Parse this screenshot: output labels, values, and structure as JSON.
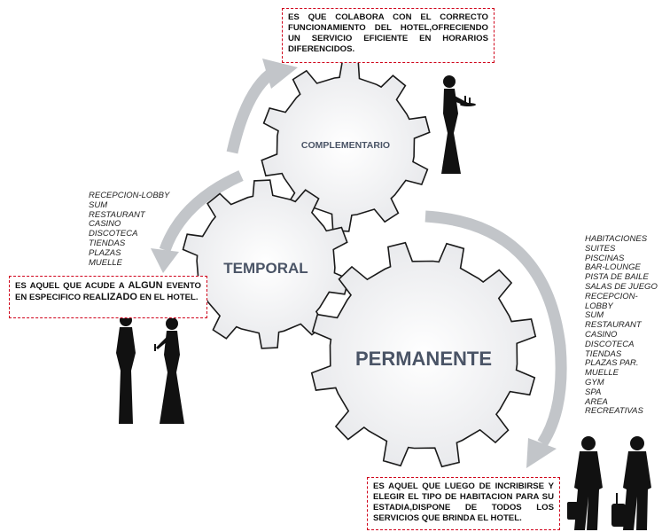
{
  "gears": {
    "complementario": "COMPLEMENTARIO",
    "temporal": "TEMPORAL",
    "permanente": "PERMANENTE"
  },
  "boxes": {
    "complementario": "ES QUE COLABORA CON EL CORRECTO FUNCIONAMIENTO DEL HOTEL,OFRECIENDO UN SERVICIO EFICIENTE EN HORARIOS DIFERENCIDOS.",
    "temporal": {
      "part1": "ES AQUEL QUE ACUDE A ",
      "bold1": "ALGUN",
      "part2": " EVENTO EN ESPECIFICO REA",
      "bold2": "LIZADO",
      "part3": " EN EL HOTEL."
    },
    "permanente": "ES AQUEL QUE LUEGO DE INCRIBIRSE Y ELEGIR EL TIPO DE HABITACION PARA SU ESTADIA,DISPONE DE TODOS LOS SERVICIOS QUE BRINDA EL HOTEL."
  },
  "lists": {
    "temporal": [
      "RECEPCION-LOBBY",
      "SUM",
      "RESTAURANT",
      "CASINO",
      "DISCOTECA",
      "TIENDAS",
      "PLAZAS",
      "MUELLE"
    ],
    "permanente": [
      "HABITACIONES",
      "SUITES",
      "PISCINAS",
      "BAR-LOUNGE",
      "PISTA DE BAILE",
      "SALAS DE JUEGO",
      "RECEPCION-LOBBY",
      "SUM",
      "RESTAURANT",
      "CASINO",
      "DISCOTECA",
      "TIENDAS",
      "PLAZAS PAR.",
      "MUELLE",
      "GYM",
      "SPA",
      "AREA RECREATIVAS"
    ]
  },
  "colors": {
    "gear_fill": "#f3f4f6",
    "gear_stroke": "#1a1a1a",
    "arrow": "#c2c5c9",
    "box_border": "#d0021b",
    "label_text": "#4a5466",
    "silhouette": "#111111"
  }
}
